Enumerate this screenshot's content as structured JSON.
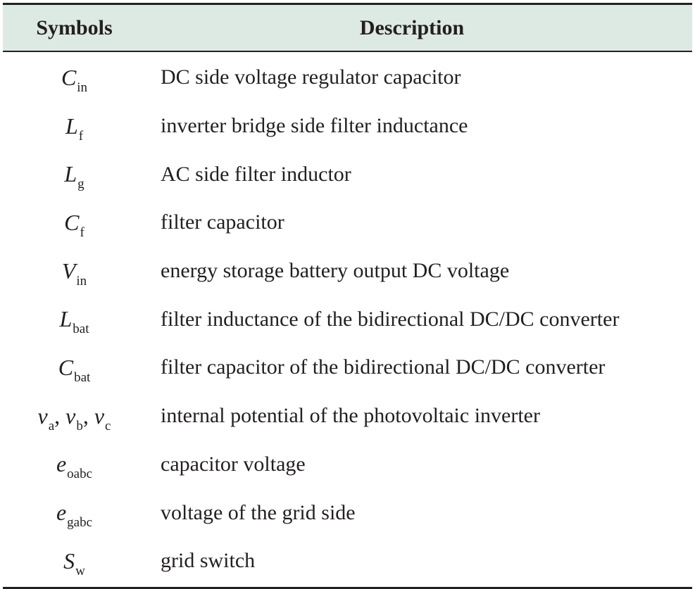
{
  "table": {
    "headers": {
      "symbols": "Symbols",
      "description": "Description"
    },
    "rows": [
      {
        "symbol": [
          {
            "base": "C",
            "sub": "in"
          }
        ],
        "description": "DC side voltage regulator capacitor"
      },
      {
        "symbol": [
          {
            "base": "L",
            "sub": "f"
          }
        ],
        "description": "inverter bridge side filter inductance"
      },
      {
        "symbol": [
          {
            "base": "L",
            "sub": "g"
          }
        ],
        "description": "AC side filter inductor"
      },
      {
        "symbol": [
          {
            "base": "C",
            "sub": "f"
          }
        ],
        "description": "filter capacitor"
      },
      {
        "symbol": [
          {
            "base": "V",
            "sub": "in"
          }
        ],
        "description": "energy storage battery output DC voltage"
      },
      {
        "symbol": [
          {
            "base": "L",
            "sub": "bat"
          }
        ],
        "description": "filter inductance of the bidirectional DC/DC converter"
      },
      {
        "symbol": [
          {
            "base": "C",
            "sub": "bat"
          }
        ],
        "description": "filter capacitor of the bidirectional DC/DC converter"
      },
      {
        "symbol": [
          {
            "base": "v",
            "sub": "a"
          },
          {
            "base": "v",
            "sub": "b"
          },
          {
            "base": "v",
            "sub": "c"
          }
        ],
        "separator": ", ",
        "description": "internal potential of the photovoltaic inverter"
      },
      {
        "symbol": [
          {
            "base": "e",
            "sub": "oabc"
          }
        ],
        "description": "capacitor voltage"
      },
      {
        "symbol": [
          {
            "base": "e",
            "sub": "gabc"
          }
        ],
        "description": "voltage of the grid side"
      },
      {
        "symbol": [
          {
            "base": "S",
            "sub": "w"
          }
        ],
        "description": "grid switch"
      }
    ]
  }
}
